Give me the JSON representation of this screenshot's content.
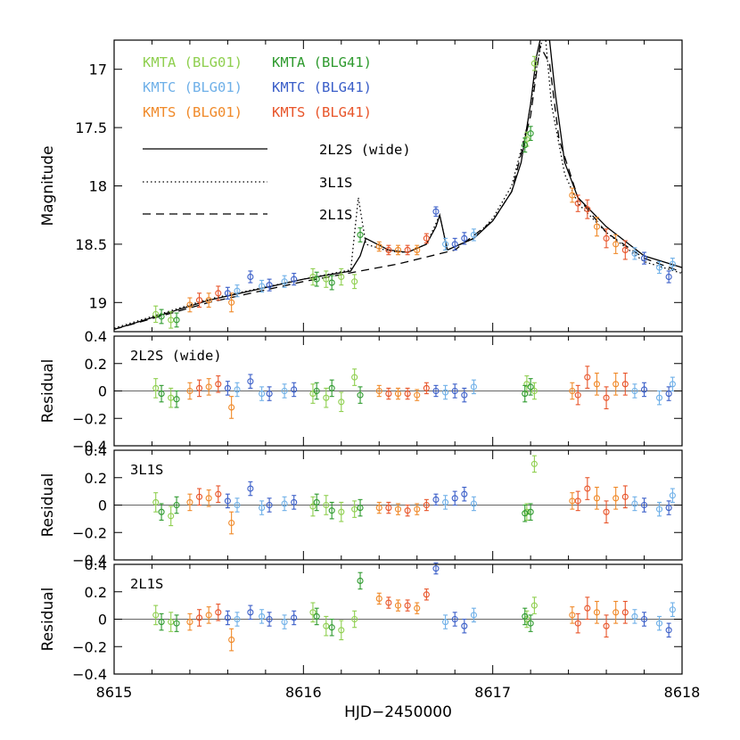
{
  "chart_data": {
    "type": "scatter",
    "xlabel": "HJD−2450000",
    "xlim": [
      8615,
      8618
    ],
    "x_ticks": [
      "8615",
      "8616",
      "8617",
      "8618"
    ],
    "colors": {
      "KMTA (BLG01)": "#8fcf4f",
      "KMTA (BLG41)": "#2e9a2e",
      "KMTC (BLG01)": "#6fb0e8",
      "KMTC (BLG41)": "#3a5ec8",
      "KMTS (BLG01)": "#f08a2a",
      "KMTS (BLG41)": "#e8552a"
    },
    "legend_datasets": [
      "KMTA (BLG01)",
      "KMTA (BLG41)",
      "KMTC (BLG01)",
      "KMTC (BLG41)",
      "KMTS (BLG01)",
      "KMTS (BLG41)"
    ],
    "panels": [
      {
        "id": "lightcurve",
        "ylabel": "Magnitude",
        "ylim": [
          19.25,
          16.75
        ],
        "y_ticks": [
          "17",
          "17.5",
          "18",
          "18.5",
          "19"
        ],
        "model_legend": [
          {
            "label": "2L2S (wide)",
            "style": "solid"
          },
          {
            "label": "3L1S",
            "style": "dotted"
          },
          {
            "label": "2L1S",
            "style": "dashed"
          }
        ],
        "models": {
          "2L2S (wide)": [
            [
              8615,
              19.23
            ],
            [
              8615.5,
              18.98
            ],
            [
              8616,
              18.8
            ],
            [
              8616.25,
              18.73
            ],
            [
              8616.3,
              18.6
            ],
            [
              8616.33,
              18.45
            ],
            [
              8616.45,
              18.55
            ],
            [
              8616.55,
              18.57
            ],
            [
              8616.65,
              18.5
            ],
            [
              8616.7,
              18.35
            ],
            [
              8616.72,
              18.25
            ],
            [
              8616.76,
              18.55
            ],
            [
              8616.9,
              18.45
            ],
            [
              8617.0,
              18.3
            ],
            [
              8617.1,
              18.05
            ],
            [
              8617.15,
              17.8
            ],
            [
              8617.2,
              17.3
            ],
            [
              8617.23,
              16.9
            ],
            [
              8617.25,
              16.75
            ],
            [
              8617.3,
              16.75
            ],
            [
              8617.33,
              17.2
            ],
            [
              8617.38,
              17.8
            ],
            [
              8617.45,
              18.1
            ],
            [
              8617.6,
              18.35
            ],
            [
              8617.8,
              18.6
            ],
            [
              8618,
              18.7
            ]
          ],
          "3L1S": [
            [
              8615,
              19.22
            ],
            [
              8615.5,
              18.97
            ],
            [
              8616,
              18.8
            ],
            [
              8616.25,
              18.72
            ],
            [
              8616.29,
              18.1
            ],
            [
              8616.33,
              18.5
            ],
            [
              8616.45,
              18.56
            ],
            [
              8616.55,
              18.57
            ],
            [
              8616.65,
              18.5
            ],
            [
              8616.72,
              18.25
            ],
            [
              8616.76,
              18.55
            ],
            [
              8616.9,
              18.45
            ],
            [
              8617.0,
              18.28
            ],
            [
              8617.1,
              18.0
            ],
            [
              8617.18,
              17.5
            ],
            [
              8617.23,
              17.0
            ],
            [
              8617.26,
              16.75
            ],
            [
              8617.28,
              16.75
            ],
            [
              8617.31,
              17.3
            ],
            [
              8617.38,
              17.9
            ],
            [
              8617.45,
              18.15
            ],
            [
              8617.6,
              18.4
            ],
            [
              8617.8,
              18.65
            ],
            [
              8618,
              18.75
            ]
          ],
          "2L1S": [
            [
              8615,
              19.23
            ],
            [
              8615.5,
              19.0
            ],
            [
              8616,
              18.82
            ],
            [
              8616.5,
              18.67
            ],
            [
              8616.8,
              18.55
            ],
            [
              8617.0,
              18.3
            ],
            [
              8617.1,
              18.05
            ],
            [
              8617.2,
              17.4
            ],
            [
              8617.25,
              16.8
            ],
            [
              8617.3,
              16.95
            ],
            [
              8617.35,
              17.6
            ],
            [
              8617.45,
              18.1
            ],
            [
              8617.6,
              18.4
            ],
            [
              8617.8,
              18.62
            ],
            [
              8618,
              18.74
            ]
          ]
        }
      },
      {
        "id": "residual-2L2S",
        "label": "2L2S (wide)",
        "ylabel": "Residual",
        "ylim": [
          -0.4,
          0.4
        ],
        "y_ticks": [
          "0.4",
          "0.2",
          "0",
          "−0.2",
          "−0.4"
        ]
      },
      {
        "id": "residual-3L1S",
        "label": "3L1S",
        "ylabel": "Residual",
        "ylim": [
          -0.4,
          0.4
        ],
        "y_ticks": [
          "0.4",
          "0.2",
          "0",
          "−0.2",
          "−0.4"
        ]
      },
      {
        "id": "residual-2L1S",
        "label": "2L1S",
        "ylabel": "Residual",
        "ylim": [
          -0.4,
          0.4
        ],
        "y_ticks": [
          "0.4",
          "0.2",
          "0",
          "−0.2",
          "−0.4"
        ]
      }
    ],
    "series": [
      {
        "name": "KMTA (BLG01)",
        "points": [
          {
            "x": 8615.22,
            "mag": 19.1,
            "err": 0.07,
            "res": [
              0.02,
              0.02,
              0.03
            ]
          },
          {
            "x": 8615.3,
            "mag": 19.15,
            "err": 0.07,
            "res": [
              -0.05,
              -0.08,
              -0.02
            ]
          },
          {
            "x": 8616.05,
            "mag": 18.78,
            "err": 0.07,
            "res": [
              -0.02,
              -0.01,
              0.05
            ]
          },
          {
            "x": 8616.12,
            "mag": 18.8,
            "err": 0.07,
            "res": [
              -0.05,
              0.0,
              -0.05
            ]
          },
          {
            "x": 8616.2,
            "mag": 18.78,
            "err": 0.07,
            "res": [
              -0.08,
              -0.05,
              -0.08
            ]
          },
          {
            "x": 8616.27,
            "mag": 18.82,
            "err": 0.06,
            "res": [
              0.1,
              -0.03,
              0.0
            ]
          },
          {
            "x": 8617.18,
            "mag": 17.6,
            "err": 0.06,
            "res": [
              0.05,
              -0.05,
              0.0
            ]
          },
          {
            "x": 8617.22,
            "mag": 16.95,
            "err": 0.06,
            "res": [
              0.0,
              0.3,
              0.1
            ]
          }
        ]
      },
      {
        "name": "KMTA (BLG41)",
        "points": [
          {
            "x": 8615.25,
            "mag": 19.12,
            "err": 0.06,
            "res": [
              -0.02,
              -0.05,
              -0.02
            ]
          },
          {
            "x": 8615.33,
            "mag": 19.15,
            "err": 0.06,
            "res": [
              -0.06,
              0.0,
              -0.03
            ]
          },
          {
            "x": 8616.07,
            "mag": 18.8,
            "err": 0.06,
            "res": [
              0.0,
              0.02,
              0.02
            ]
          },
          {
            "x": 8616.15,
            "mag": 18.83,
            "err": 0.06,
            "res": [
              0.02,
              -0.04,
              -0.06
            ]
          },
          {
            "x": 8616.3,
            "mag": 18.42,
            "err": 0.06,
            "res": [
              -0.03,
              -0.02,
              0.28
            ]
          },
          {
            "x": 8617.17,
            "mag": 17.65,
            "err": 0.06,
            "res": [
              -0.02,
              -0.06,
              0.02
            ]
          },
          {
            "x": 8617.2,
            "mag": 17.55,
            "err": 0.06,
            "res": [
              0.03,
              -0.05,
              -0.03
            ]
          }
        ]
      },
      {
        "name": "KMTC (BLG01)",
        "points": [
          {
            "x": 8615.65,
            "mag": 18.9,
            "err": 0.05,
            "res": [
              0.01,
              0.0,
              0.0
            ]
          },
          {
            "x": 8615.78,
            "mag": 18.86,
            "err": 0.05,
            "res": [
              -0.02,
              -0.02,
              0.02
            ]
          },
          {
            "x": 8615.9,
            "mag": 18.82,
            "err": 0.05,
            "res": [
              0.0,
              0.01,
              -0.02
            ]
          },
          {
            "x": 8616.75,
            "mag": 18.5,
            "err": 0.05,
            "res": [
              -0.01,
              0.02,
              -0.02
            ]
          },
          {
            "x": 8616.9,
            "mag": 18.42,
            "err": 0.05,
            "res": [
              0.03,
              0.01,
              0.03
            ]
          },
          {
            "x": 8617.75,
            "mag": 18.58,
            "err": 0.05,
            "res": [
              0.0,
              0.01,
              0.02
            ]
          },
          {
            "x": 8617.88,
            "mag": 18.7,
            "err": 0.05,
            "res": [
              -0.05,
              -0.03,
              -0.03
            ]
          },
          {
            "x": 8617.95,
            "mag": 18.67,
            "err": 0.05,
            "res": [
              0.05,
              0.07,
              0.07
            ]
          }
        ]
      },
      {
        "name": "KMTC (BLG41)",
        "points": [
          {
            "x": 8615.6,
            "mag": 18.92,
            "err": 0.05,
            "res": [
              0.02,
              0.03,
              0.01
            ]
          },
          {
            "x": 8615.72,
            "mag": 18.78,
            "err": 0.05,
            "res": [
              0.07,
              0.12,
              0.05
            ]
          },
          {
            "x": 8615.82,
            "mag": 18.85,
            "err": 0.05,
            "res": [
              -0.02,
              0.0,
              0.0
            ]
          },
          {
            "x": 8615.95,
            "mag": 18.8,
            "err": 0.05,
            "res": [
              0.01,
              0.02,
              0.01
            ]
          },
          {
            "x": 8616.7,
            "mag": 18.22,
            "err": 0.04,
            "res": [
              0.0,
              0.04,
              0.37
            ]
          },
          {
            "x": 8616.8,
            "mag": 18.5,
            "err": 0.05,
            "res": [
              0.0,
              0.05,
              0.0
            ]
          },
          {
            "x": 8616.85,
            "mag": 18.45,
            "err": 0.05,
            "res": [
              -0.03,
              0.08,
              -0.05
            ]
          },
          {
            "x": 8617.8,
            "mag": 18.62,
            "err": 0.05,
            "res": [
              0.01,
              0.0,
              0.0
            ]
          },
          {
            "x": 8617.93,
            "mag": 18.78,
            "err": 0.05,
            "res": [
              -0.02,
              -0.02,
              -0.08
            ]
          }
        ]
      },
      {
        "name": "KMTS (BLG01)",
        "points": [
          {
            "x": 8615.4,
            "mag": 19.02,
            "err": 0.06,
            "res": [
              0.0,
              0.02,
              -0.02
            ]
          },
          {
            "x": 8615.5,
            "mag": 18.98,
            "err": 0.06,
            "res": [
              0.03,
              0.05,
              0.03
            ]
          },
          {
            "x": 8615.62,
            "mag": 19.0,
            "err": 0.08,
            "res": [
              -0.12,
              -0.13,
              -0.15
            ]
          },
          {
            "x": 8616.4,
            "mag": 18.52,
            "err": 0.04,
            "res": [
              0.0,
              -0.02,
              0.15
            ]
          },
          {
            "x": 8616.5,
            "mag": 18.55,
            "err": 0.04,
            "res": [
              -0.02,
              -0.03,
              0.1
            ]
          },
          {
            "x": 8616.6,
            "mag": 18.55,
            "err": 0.04,
            "res": [
              -0.03,
              -0.03,
              0.08
            ]
          },
          {
            "x": 8617.42,
            "mag": 18.08,
            "err": 0.06,
            "res": [
              0.0,
              0.03,
              0.03
            ]
          },
          {
            "x": 8617.55,
            "mag": 18.35,
            "err": 0.08,
            "res": [
              0.05,
              0.05,
              0.05
            ]
          },
          {
            "x": 8617.65,
            "mag": 18.5,
            "err": 0.08,
            "res": [
              0.05,
              0.05,
              0.05
            ]
          }
        ]
      },
      {
        "name": "KMTS (BLG41)",
        "points": [
          {
            "x": 8615.45,
            "mag": 18.98,
            "err": 0.06,
            "res": [
              0.02,
              0.06,
              0.01
            ]
          },
          {
            "x": 8615.55,
            "mag": 18.92,
            "err": 0.06,
            "res": [
              0.05,
              0.08,
              0.05
            ]
          },
          {
            "x": 8616.45,
            "mag": 18.55,
            "err": 0.04,
            "res": [
              -0.02,
              -0.02,
              0.12
            ]
          },
          {
            "x": 8616.55,
            "mag": 18.55,
            "err": 0.04,
            "res": [
              -0.02,
              -0.04,
              0.1
            ]
          },
          {
            "x": 8616.65,
            "mag": 18.45,
            "err": 0.04,
            "res": [
              0.02,
              0.0,
              0.18
            ]
          },
          {
            "x": 8617.45,
            "mag": 18.15,
            "err": 0.07,
            "res": [
              -0.03,
              0.03,
              -0.03
            ]
          },
          {
            "x": 8617.5,
            "mag": 18.2,
            "err": 0.08,
            "res": [
              0.1,
              0.12,
              0.08
            ]
          },
          {
            "x": 8617.6,
            "mag": 18.45,
            "err": 0.08,
            "res": [
              -0.05,
              -0.05,
              -0.05
            ]
          },
          {
            "x": 8617.7,
            "mag": 18.55,
            "err": 0.08,
            "res": [
              0.05,
              0.06,
              0.05
            ]
          }
        ]
      }
    ]
  }
}
